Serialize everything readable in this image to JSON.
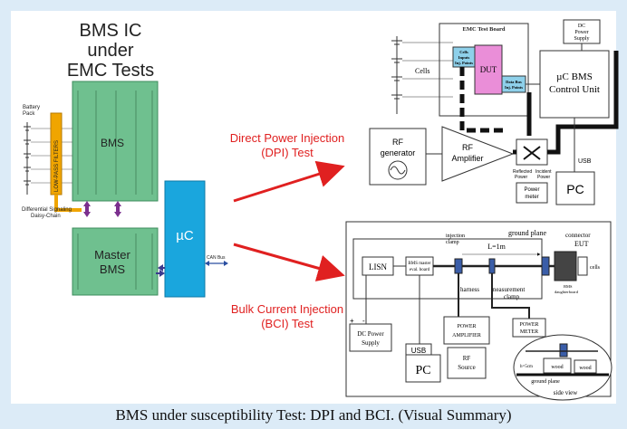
{
  "left": {
    "title_line1": "BMS IC",
    "title_line2": "under",
    "title_line3": "EMC Tests",
    "battery_pack_line1": "Battery",
    "battery_pack_line2": "Pack",
    "lowpass_label": "LOW-PASS FILTERS",
    "bms_label": "BMS",
    "daisy_line1": "Differential Signaling",
    "daisy_line2": "Daisy-Chain",
    "master_line1": "Master",
    "master_line2": "BMS",
    "uc_label": "µC",
    "can_label": "CAN Bus"
  },
  "middle": {
    "dpi_line1": "Direct Power Injection",
    "dpi_line2": "(DPI) Test",
    "bci_line1": "Bulk Current Injection",
    "bci_line2": "(BCI) Test"
  },
  "dpi": {
    "emc_board": "EMC Test Board",
    "dc_supply_line1": "DC",
    "dc_supply_line2": "Power",
    "dc_supply_line3": "Supply",
    "cells": "Cells",
    "cells_inj_line1": "Cells",
    "cells_inj_line2": "Inputs",
    "cells_inj_line3": "Inj. Points",
    "dut": "DUT",
    "databus_line1": "Data Bus",
    "databus_line2": "Inj. Points",
    "bms_cu_line1": "µC BMS",
    "bms_cu_line2": "Control Unit",
    "rf_gen_line1": "RF",
    "rf_gen_line2": "generator",
    "rf_amp_line1": "RF",
    "rf_amp_line2": "Amplifier",
    "reflected": "Reflected",
    "incident": "Incident",
    "power": "Power",
    "power2": "Power",
    "power_meter_line1": "Power",
    "power_meter_line2": "meter",
    "usb": "USB",
    "pc": "PC"
  },
  "bci": {
    "ground_plane": "ground plane",
    "injection_line1": "injection",
    "injection_line2": "clamp",
    "length": "L=1m",
    "connector": "connector",
    "eut": "EUT",
    "cells": "cells",
    "lisn": "LISN",
    "bms_master_line1": "BMS master",
    "bms_master_line2": "eval. board",
    "harness": "harness",
    "measurement_line1": "measurement",
    "measurement_line2": "clamp",
    "daughter_line1": "BMS",
    "daughter_line2": "daughterboard",
    "dc_line1": "DC Power",
    "dc_line2": "Supply",
    "usb": "USB",
    "pc": "PC",
    "power_amp_line1": "POWER",
    "power_amp_line2": "AMPLIFIER",
    "rf_source_line1": "RF",
    "rf_source_line2": "Source",
    "power_meter_line1": "POWER",
    "power_meter_line2": "METER",
    "h_label": "h=5cm",
    "wood1": "wood",
    "wood2": "wood",
    "ground_plane2": "ground plane",
    "side_view": "side view",
    "plus": "+",
    "minus": "-"
  },
  "caption": "BMS under susceptibility Test: DPI and BCI. (Visual Summary)",
  "colors": {
    "frame": "#dcebf7",
    "bms_green": "#6fc08f",
    "uc_blue": "#1aa6dd",
    "filter_orange": "#f0a500",
    "arrow_red": "#e02020",
    "title_red": "#e02020",
    "inj_blue": "#8ed0ea",
    "dut_pink": "#ea8ed8"
  }
}
